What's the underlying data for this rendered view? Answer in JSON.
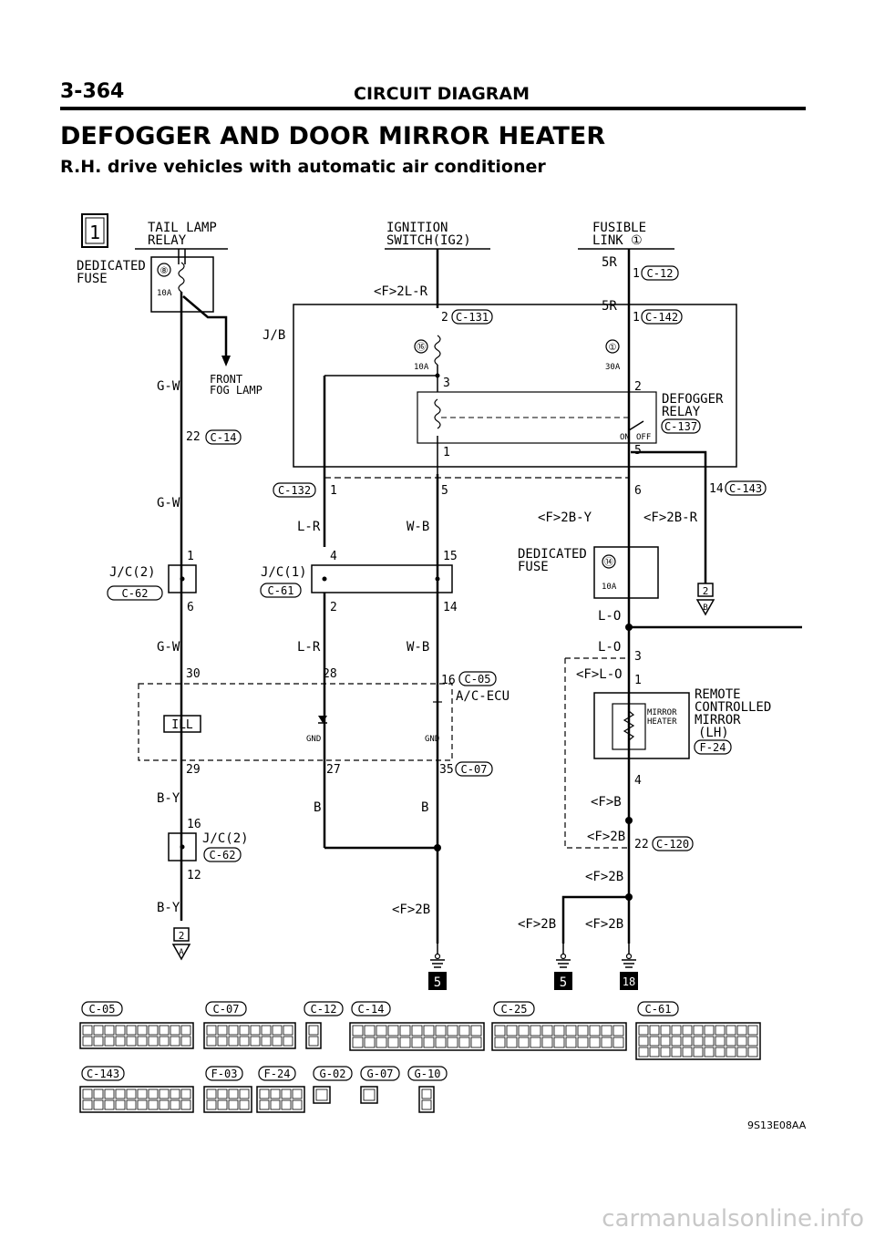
{
  "header": {
    "page_number": "3-364",
    "section": "CIRCUIT DIAGRAM",
    "title": "DEFOGGER AND DOOR MIRROR HEATER",
    "subtitle": "R.H. drive vehicles with automatic air conditioner"
  },
  "diagram": {
    "sheet_number": "1",
    "tail_lamp_relay": [
      "TAIL LAMP",
      "RELAY"
    ],
    "ignition_switch": [
      "IGNITION",
      "SWITCH(IG2)"
    ],
    "fusible_link": [
      "FUSIBLE",
      "LINK ①"
    ],
    "dedicated_fuse": [
      "DEDICATED",
      "FUSE"
    ],
    "fuse_8": "⑧",
    "fuse_8_rating": "10A",
    "fuse_16": "⑯",
    "fuse_16_rating": "10A",
    "fuse_1": "①",
    "fuse_1_rating": "30A",
    "fuse_14": "⑭",
    "fuse_14_rating": "10A",
    "jb": "J/B",
    "front_fog_lamp": [
      "FRONT",
      "FOG LAMP"
    ],
    "defogger_relay": [
      "DEFOGGER",
      "RELAY"
    ],
    "relay_on": "ON",
    "relay_off": "OFF",
    "ac_ecu": "A/C-ECU",
    "ill": "ILL",
    "gnd": "GND",
    "mirror": [
      "REMOTE",
      "CONTROLLED",
      "MIRROR",
      "(LH)"
    ],
    "mirror_heater": [
      "MIRROR",
      "HEATER"
    ],
    "jc2": "J/C(2)",
    "jc1": "J/C(1)",
    "wires": {
      "f2lr": "<F>2L-R",
      "gw": "G-W",
      "lr": "L-R",
      "wb": "W-B",
      "by": "B-Y",
      "b": "B",
      "f2by": "<F>2B-Y",
      "f2br": "<F>2B-R",
      "lo": "L-O",
      "flo": "<F>L-O",
      "fb": "<F>B",
      "f2b": "<F>2B",
      "r5": "5R"
    },
    "connectors": {
      "c12": "C-12",
      "c142": "C-142",
      "c131": "C-131",
      "c137": "C-137",
      "c14": "C-14",
      "c132": "C-132",
      "c143": "C-143",
      "c62": "C-62",
      "c61": "C-61",
      "c05": "C-05",
      "c07": "C-07",
      "c120": "C-120",
      "f24": "F-24"
    },
    "pins": {
      "p1": "1",
      "p2": "2",
      "p3": "3",
      "p4": "4",
      "p5": "5",
      "p6": "6",
      "p12": "12",
      "p14": "14",
      "p15": "15",
      "p16": "16",
      "p22": "22",
      "p27": "27",
      "p28": "28",
      "p29": "29",
      "p30": "30",
      "p35": "35"
    },
    "ground_5": "5",
    "ground_18": "18",
    "ref_2": "2",
    "ref_A": "A",
    "ref_B": "B"
  },
  "connector_views": {
    "row1": [
      "C-05",
      "C-07",
      "C-12",
      "C-14",
      "C-25",
      "C-61"
    ],
    "row2": [
      "C-143",
      "F-03",
      "F-24",
      "G-02",
      "G-07",
      "G-10"
    ]
  },
  "figure_code": "9S13E08AA",
  "watermark": "carmanualsonline.info"
}
